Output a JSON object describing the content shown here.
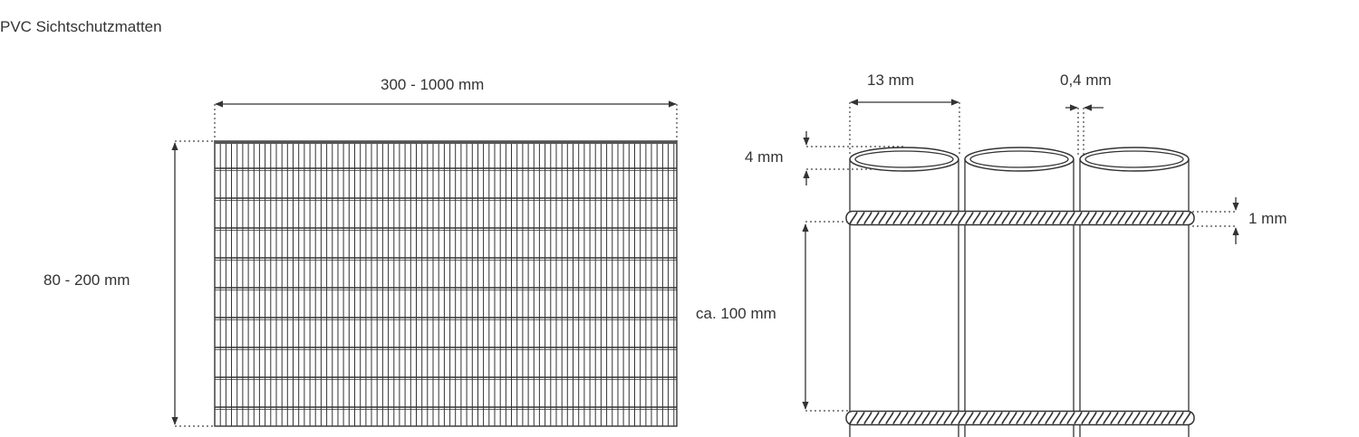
{
  "title": "PVC Sichtschutzmatten",
  "mat": {
    "width_label": "300 - 1000 mm",
    "height_label": "80 - 200 mm"
  },
  "detail": {
    "tube_diameter_label": "13 mm",
    "tube_gap_label": "0,4 mm",
    "tube_wall_label": "4 mm",
    "wire_label": "1 mm",
    "wire_spacing_label": "ca. 100 mm"
  },
  "colors": {
    "line": "#333333",
    "dash": "#444444"
  }
}
